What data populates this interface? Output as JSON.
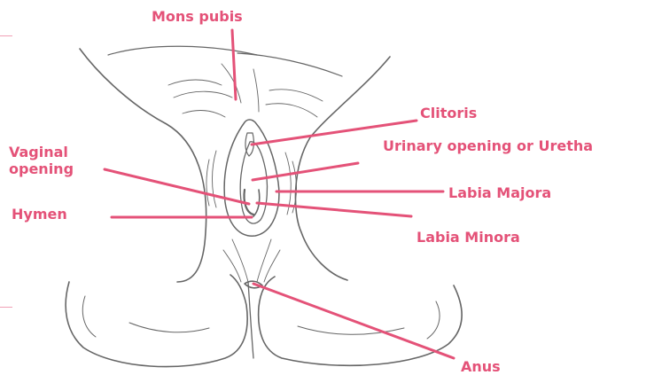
{
  "colors": {
    "accent": "#e45278",
    "sketch": "#666666",
    "tick": "#f0a0b6"
  },
  "labels": {
    "mons_pubis": "Mons pubis",
    "clitoris": "Clitoris",
    "urinary_opening": "Urinary opening or Uretha",
    "vaginal_opening_line1": "Vaginal",
    "vaginal_opening_line2": "opening",
    "labia_majora": "Labia Majora",
    "hymen": "Hymen",
    "labia_minora": "Labia Minora",
    "anus": "Anus"
  }
}
